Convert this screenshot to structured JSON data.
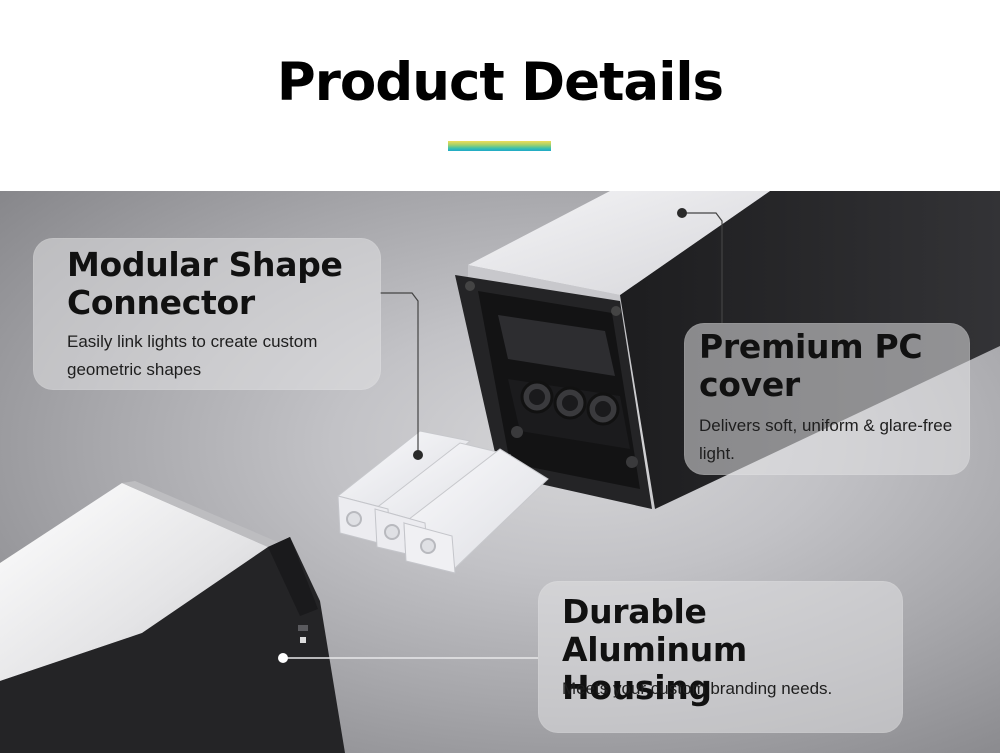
{
  "header": {
    "title": "Product Details"
  },
  "features": [
    {
      "title_lines": [
        "Modular Shape",
        "Connector"
      ],
      "description_lines": [
        "Easily link lights to create custom",
        "geometric shapes"
      ]
    },
    {
      "title_lines": [
        "Premium PC",
        "cover"
      ],
      "description_lines": [
        "Delivers soft, uniform & glare-free",
        "light."
      ]
    },
    {
      "title_lines": [
        "Durable Aluminum",
        "Housing"
      ],
      "description_lines": [
        "Meets your custom branding needs."
      ]
    }
  ],
  "colors": {
    "accent_top": "#f0dc58",
    "accent_bottom": "#1fa8c8",
    "housing": "#2a2a2a",
    "callout_bg": "#e1e1e4"
  }
}
